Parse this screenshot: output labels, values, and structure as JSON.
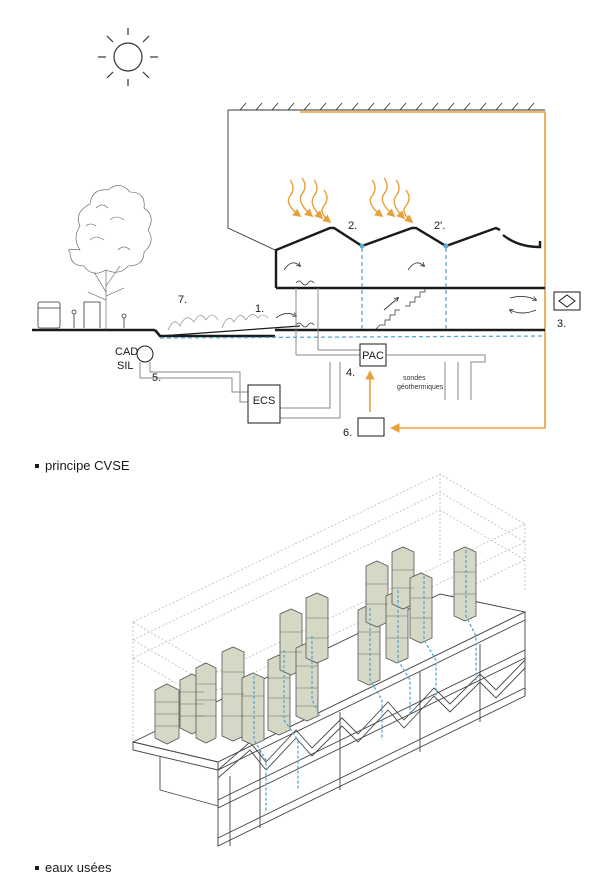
{
  "diagram_top": {
    "labels": {
      "n1": "1.",
      "n2": "2.",
      "n2b": "2'.",
      "n3": "3.",
      "n4": "4.",
      "n5": "5.",
      "n6": "6.",
      "n7": "7.",
      "pac": "PAC",
      "ecs": "ECS",
      "cad": "CAD",
      "sil": "SIL",
      "sondes_line1": "sondes",
      "sondes_line2": "géothermiques"
    },
    "colors": {
      "orange": "#e8a03a",
      "blue": "#5aa7d6",
      "dark": "#1a1a1a",
      "grey": "#8a8a8a"
    }
  },
  "captions": {
    "cvse": "principe CVSE",
    "eaux": "eaux usées"
  },
  "diagram_bottom": {
    "colors": {
      "box": "#d4d8c4",
      "box_stroke": "#555",
      "pipe": "#5aa7d6"
    }
  }
}
